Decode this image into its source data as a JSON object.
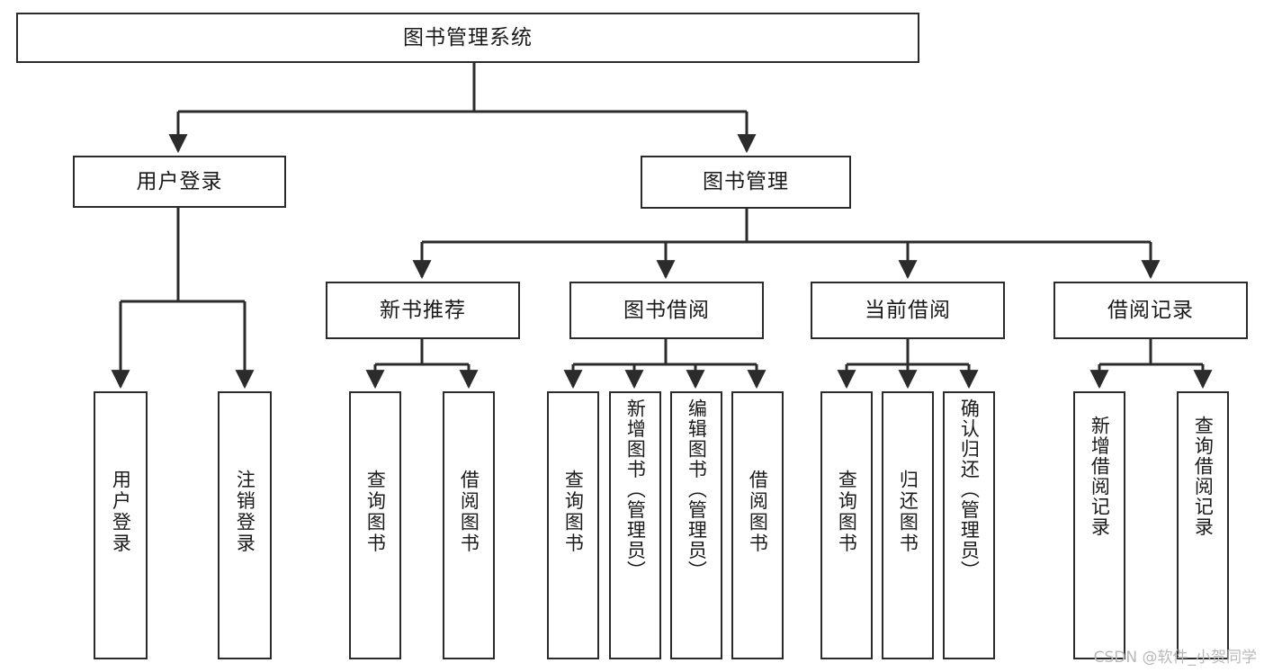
{
  "diagram": {
    "type": "tree-hierarchy",
    "title": "图书管理系统",
    "root": {
      "id": "root",
      "label": "图书管理系统"
    },
    "level1": [
      {
        "id": "user-login",
        "label": "用户登录"
      },
      {
        "id": "book-management",
        "label": "图书管理"
      }
    ],
    "level2": [
      {
        "id": "new-book-recommend",
        "label": "新书推荐",
        "parent": "book-management"
      },
      {
        "id": "book-borrow",
        "label": "图书借阅",
        "parent": "book-management"
      },
      {
        "id": "current-borrow",
        "label": "当前借阅",
        "parent": "book-management"
      },
      {
        "id": "borrow-record",
        "label": "借阅记录",
        "parent": "book-management"
      }
    ],
    "leaves": [
      {
        "id": "leaf-user-login",
        "label": "用户登录",
        "parent": "user-login"
      },
      {
        "id": "leaf-logout-login",
        "label": "注销登录",
        "parent": "user-login"
      },
      {
        "id": "leaf-query-book-1",
        "label": "查询图书",
        "parent": "new-book-recommend"
      },
      {
        "id": "leaf-borrow-book-1",
        "label": "借阅图书",
        "parent": "new-book-recommend"
      },
      {
        "id": "leaf-query-book-2",
        "label": "查询图书",
        "parent": "book-borrow"
      },
      {
        "id": "leaf-add-book",
        "label": "新增图书（管理员）",
        "parent": "book-borrow"
      },
      {
        "id": "leaf-edit-book",
        "label": "编辑图书（管理员）",
        "parent": "book-borrow"
      },
      {
        "id": "leaf-borrow-book-2",
        "label": "借阅图书",
        "parent": "book-borrow"
      },
      {
        "id": "leaf-query-book-3",
        "label": "查询图书",
        "parent": "current-borrow"
      },
      {
        "id": "leaf-return-book",
        "label": "归还图书",
        "parent": "current-borrow"
      },
      {
        "id": "leaf-confirm-return",
        "label": "确认归还（管理员）",
        "parent": "current-borrow"
      },
      {
        "id": "leaf-add-record",
        "label": "新增借阅记录",
        "parent": "borrow-record"
      },
      {
        "id": "leaf-query-record",
        "label": "查询借阅记录",
        "parent": "borrow-record"
      }
    ],
    "colors": {
      "stroke": "#2b2b2b",
      "fill": "#ffffff",
      "text": "#1a1a1a",
      "watermark": "#b9b9b9"
    }
  },
  "watermark": {
    "text": "CSDN @软件_小贺同学"
  }
}
